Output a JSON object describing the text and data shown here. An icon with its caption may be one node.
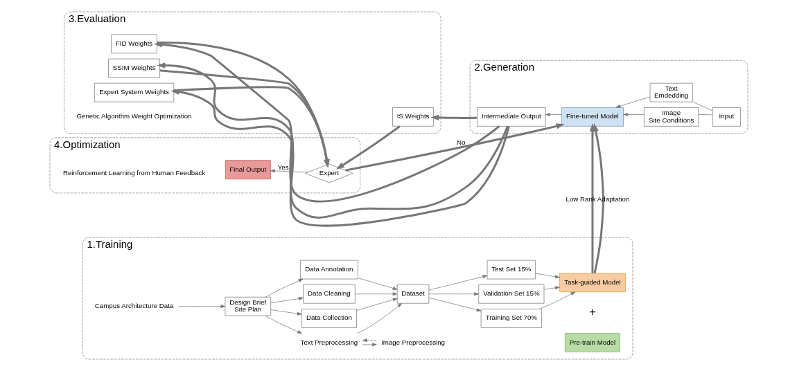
{
  "diagram": {
    "nodes": [
      {
        "text": [
          "1.Training"
        ]
      },
      {
        "text": [
          "Campus Architecture Data"
        ],
        "in": 0
      },
      {
        "text": [
          "Design Brief",
          "Site Plan"
        ],
        "in": 0
      },
      {
        "text": [
          "Text Preprocessing"
        ],
        "in": 0
      },
      {
        "text": [
          "Image Preprocessing"
        ],
        "in": 0
      },
      {
        "text": [
          "Data Collection"
        ],
        "in": 0
      },
      {
        "text": [
          "Data Cleaning"
        ],
        "in": 0
      },
      {
        "text": [
          "Data Annotation"
        ],
        "in": 0
      },
      {
        "text": [
          "Dataset"
        ],
        "in": 0
      },
      {
        "text": [
          "Training Set 70%"
        ],
        "in": 0
      },
      {
        "text": [
          "Validation Set 15%"
        ],
        "in": 0
      },
      {
        "text": [
          "Test Set 15%"
        ],
        "in": 0
      },
      {
        "text": [
          "Pre-train Model"
        ],
        "in": 0
      },
      {
        "text": [
          "Task-guided Model"
        ],
        "in": 0
      },
      {
        "text": [
          "4.Optimization"
        ]
      },
      {
        "text": [
          "Final Output"
        ],
        "in": 14
      },
      {
        "text": [
          "Expert"
        ],
        "in": 14
      },
      {
        "text": [
          "3.Evaluation"
        ]
      },
      {
        "text": [
          "FID Weights"
        ],
        "in": 17
      },
      {
        "text": [
          "IS Weights"
        ],
        "in": 17
      },
      {
        "text": [
          "SSIM Weights"
        ],
        "in": 17
      },
      {
        "text": [
          "Expert System Weights"
        ],
        "in": 17
      },
      {
        "text": [
          "2.Generation"
        ]
      },
      {
        "text": [
          "Intermediate Output"
        ],
        "in": 22
      },
      {
        "text": [
          "Fine-tuned Model"
        ],
        "in": 22
      },
      {
        "text": [
          "Image",
          "Site Conditions"
        ],
        "in": 22
      },
      {
        "text": [
          "Text",
          "Emdedding"
        ],
        "in": 22
      },
      {
        "text": [
          "Input"
        ],
        "in": 22
      }
    ],
    "edges": [
      {
        "from": 1,
        "to": 2,
        "arrow": "to"
      },
      {
        "from": 2,
        "to": 3,
        "arrow": "to"
      },
      {
        "from": 4,
        "to": 3,
        "arrow": "to",
        "style": "dashed"
      },
      {
        "from": 3,
        "to": 4,
        "arrow": "to"
      },
      {
        "from": 2,
        "to": 5,
        "arrow": "to"
      },
      {
        "from": 2,
        "to": 6,
        "arrow": "to"
      },
      {
        "from": 2,
        "to": 7,
        "arrow": "to"
      },
      {
        "from": 3,
        "to": 8,
        "arrow": "to"
      },
      {
        "from": 5,
        "to": 8,
        "arrow": "to"
      },
      {
        "from": 6,
        "to": 8,
        "arrow": "to"
      },
      {
        "from": 7,
        "to": 8,
        "arrow": "to"
      },
      {
        "from": 8,
        "to": 9,
        "arrow": "to"
      },
      {
        "from": 8,
        "to": 10,
        "arrow": "to"
      },
      {
        "from": 8,
        "to": 11,
        "arrow": "to"
      },
      {
        "from": 9,
        "to": 13,
        "arrow": "to"
      },
      {
        "from": 10,
        "to": 13,
        "arrow": "to"
      },
      {
        "from": 11,
        "to": 13,
        "arrow": "to"
      },
      {
        "from": 13,
        "to": 24,
        "arrow": "to",
        "style": "thick",
        "label": "Low Rank Adaptation"
      },
      {
        "from": 27,
        "to": 25,
        "arrow": "none"
      },
      {
        "from": 27,
        "to": 26,
        "arrow": "none"
      },
      {
        "from": 25,
        "to": 24,
        "arrow": "to"
      },
      {
        "from": 26,
        "to": 24,
        "arrow": "to"
      },
      {
        "from": 24,
        "to": 23,
        "arrow": "to"
      },
      {
        "from": 23,
        "to": 18,
        "arrow": "to",
        "style": "thick"
      },
      {
        "from": 23,
        "to": 19,
        "arrow": "to",
        "style": "thick"
      },
      {
        "from": 23,
        "to": 20,
        "arrow": "to",
        "style": "thick"
      },
      {
        "from": 23,
        "to": 21,
        "arrow": "to",
        "style": "thick"
      },
      {
        "from": 18,
        "to": 16,
        "arrow": "to",
        "style": "thick"
      },
      {
        "from": 19,
        "to": 16,
        "arrow": "to",
        "style": "thick"
      },
      {
        "from": 20,
        "to": 16,
        "arrow": "to",
        "style": "thick"
      },
      {
        "from": 21,
        "to": 16,
        "arrow": "to",
        "style": "thick"
      },
      {
        "from": 16,
        "to": 15,
        "arrow": "to",
        "label": "Yes"
      },
      {
        "from": 16,
        "to": 24,
        "arrow": "to",
        "style": "thick",
        "label": "No"
      }
    ],
    "labels": [
      "+",
      "Genetic Algorithm Weight Optimization",
      "Reinforcement Learning from Human Feedback"
    ]
  }
}
